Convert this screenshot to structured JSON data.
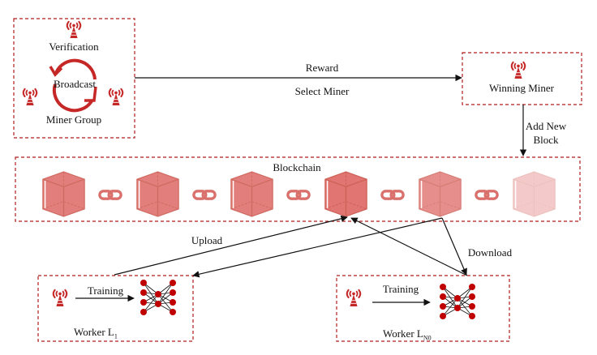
{
  "title": "Blockchain-based federated learning workflow",
  "colors": {
    "border": "#b01c1c",
    "icon": "#c62828",
    "block": "#d9534f",
    "link": "#d9706c",
    "node": "#c00000",
    "arrow": "#111111"
  },
  "miner_group": {
    "verification_label": "Verification",
    "broadcast_label": "Broadcast",
    "group_label": "Miner Group",
    "icons": [
      "antenna-icon",
      "antenna-icon",
      "antenna-icon",
      "refresh-cycle-icon"
    ]
  },
  "edges": {
    "reward_label": "Reward",
    "select_miner_label": "Select Miner",
    "add_block_label_line1": "Add New",
    "add_block_label_line2": "Block",
    "upload_label": "Upload",
    "download_label": "Download"
  },
  "winning_miner": {
    "label": "Winning Miner",
    "icon": "antenna-icon"
  },
  "blockchain": {
    "label": "Blockchain",
    "blocks": [
      {
        "id": 1,
        "opacity": 0.75
      },
      {
        "id": 2,
        "opacity": 0.75
      },
      {
        "id": 3,
        "opacity": 0.75
      },
      {
        "id": 4,
        "opacity": 0.8
      },
      {
        "id": 5,
        "opacity": 0.65
      },
      {
        "id": 6,
        "opacity": 0.3
      }
    ],
    "link_icon": "chain-link-icon"
  },
  "workers": [
    {
      "training_label": "Training",
      "name": "Worker L",
      "subscript": "1"
    },
    {
      "training_label": "Training",
      "name": "Worker L",
      "subscript": "N0"
    }
  ]
}
